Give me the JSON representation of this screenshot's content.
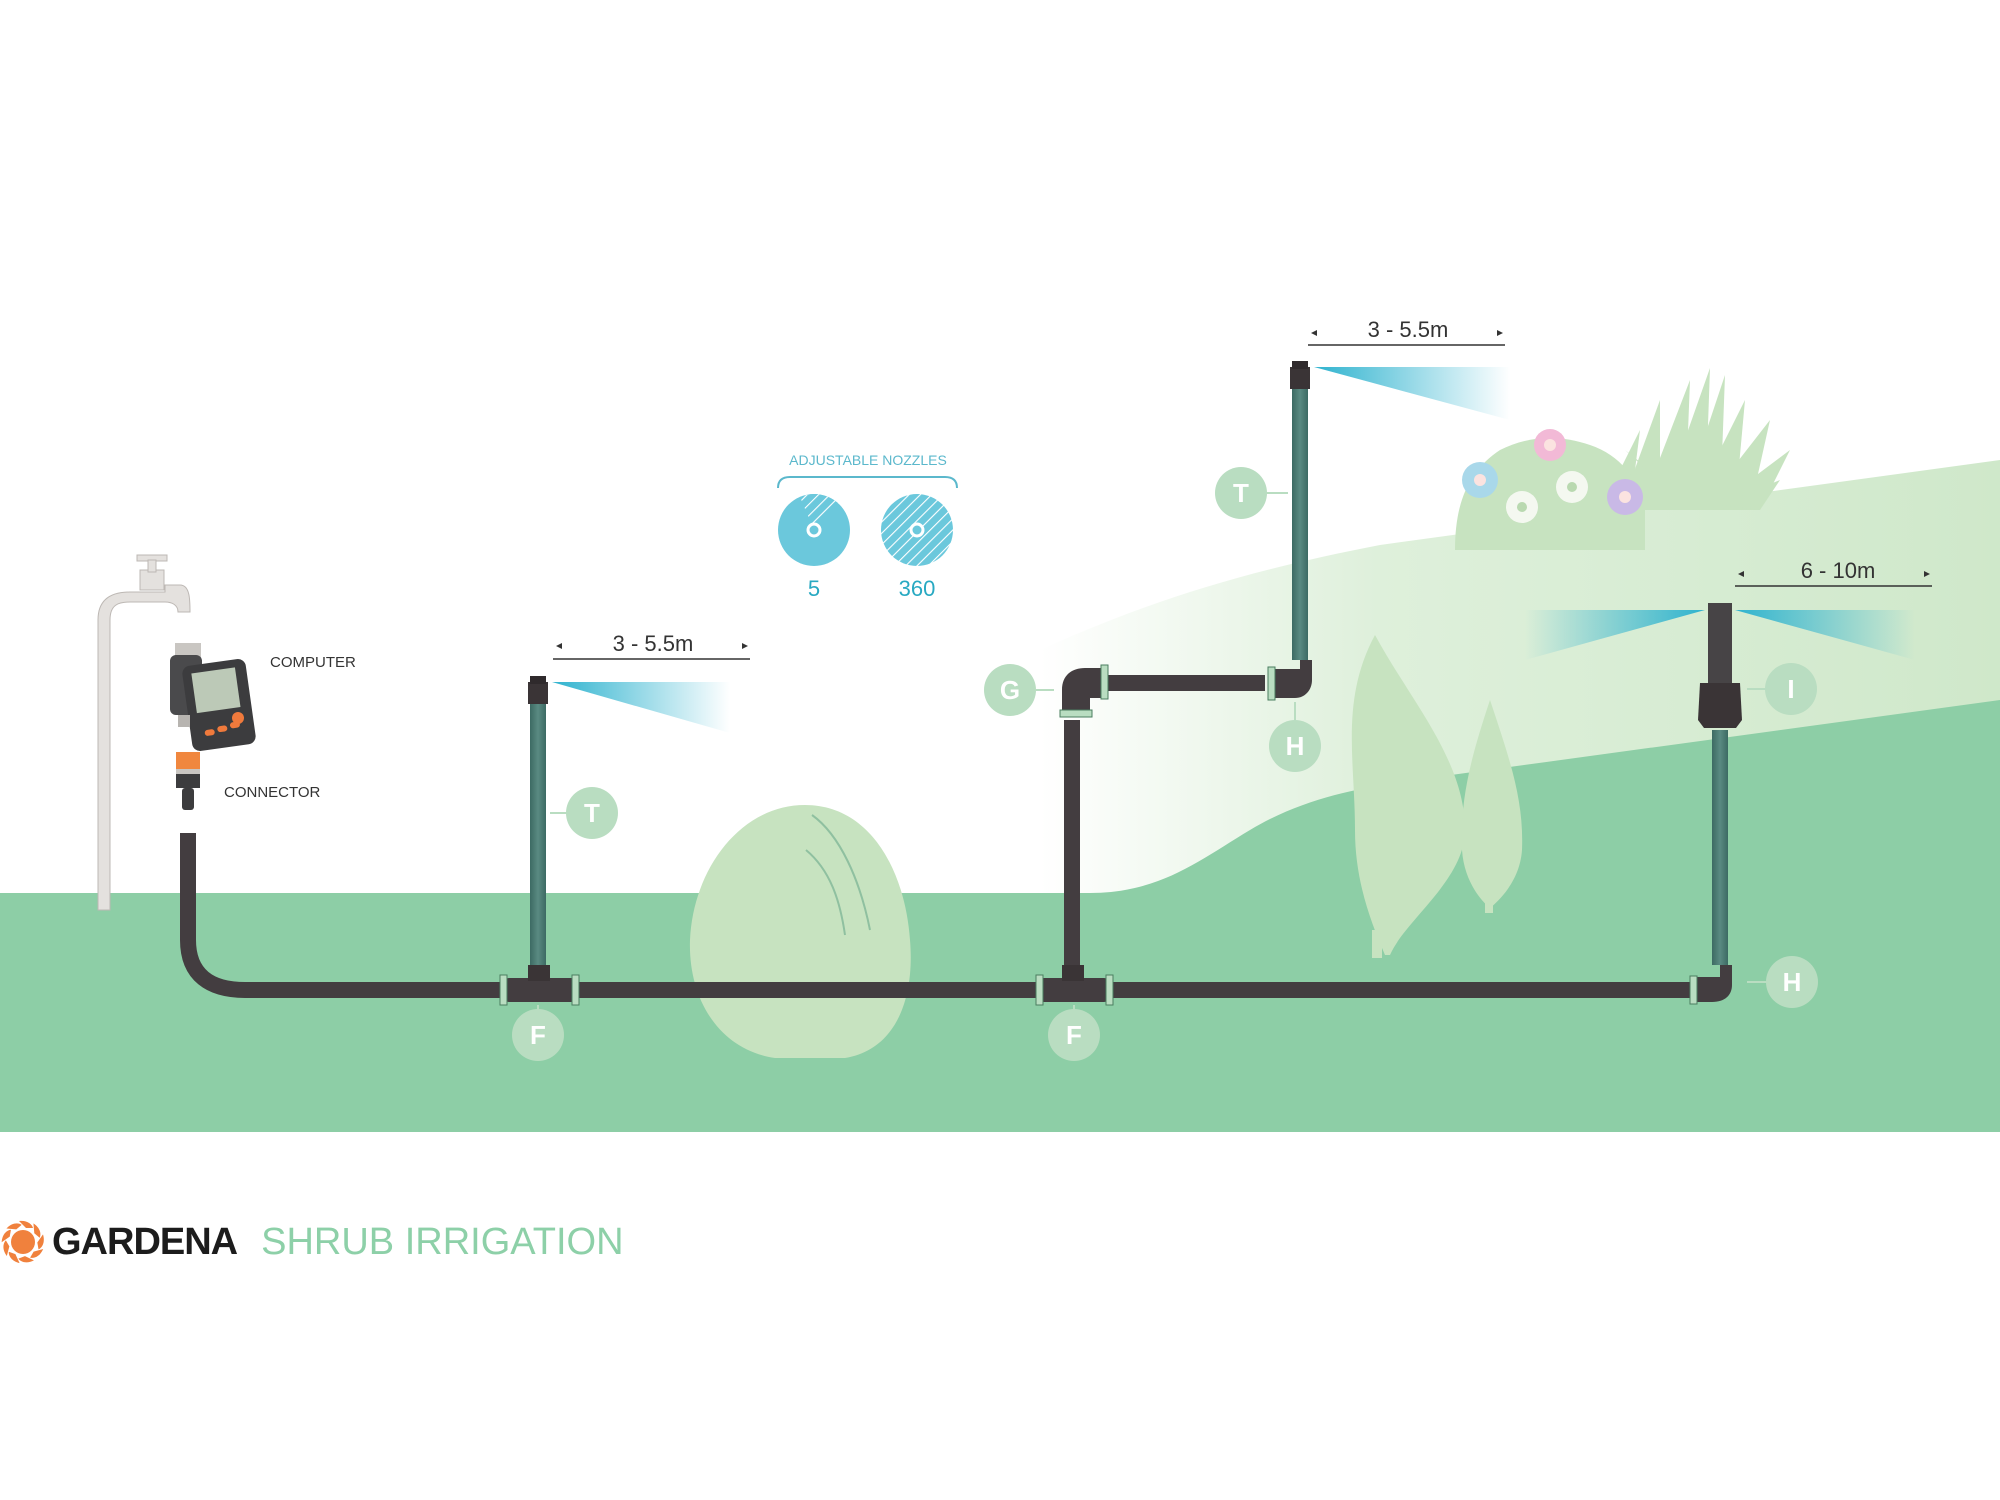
{
  "diagram": {
    "title": "SHRUB IRRIGATION",
    "brand": "GARDENA",
    "colors": {
      "ground": "#8dcea6",
      "foliage": "#c7e3c0",
      "pipe": "#433d40",
      "riser": "#4b7a72",
      "spray": "#35b6d0",
      "badge": "#b9ddc1",
      "brand_orange": "#f0813d",
      "title_green": "#8dd0a8"
    },
    "components": {
      "computer_label": "COMPUTER",
      "connector_label": "CONNECTOR"
    },
    "nozzles": {
      "title": "ADJUSTABLE NOZZLES",
      "items": [
        {
          "value": "5"
        },
        {
          "value": "360"
        }
      ]
    },
    "ranges": {
      "left_sprinkler": "3 - 5.5m",
      "top_sprinkler": "3 - 5.5m",
      "pop_up_sprinkler": "6 - 10m"
    },
    "badges": {
      "riser_left": "T",
      "riser_top": "T",
      "tee_left": "F",
      "tee_middle": "F",
      "elbow_g": "G",
      "elbow_top": "H",
      "elbow_right": "H",
      "sprinkler_i": "I"
    }
  }
}
